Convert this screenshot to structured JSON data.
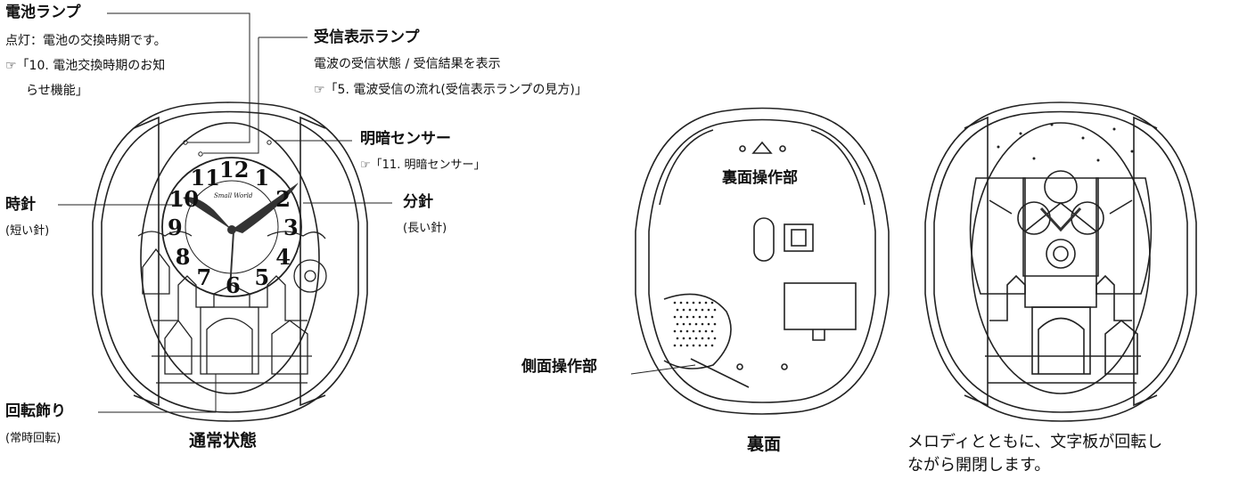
{
  "labels": {
    "battery_lamp": {
      "title": "電池ランプ",
      "desc": "点灯：電池の交換時期です。",
      "ref_line1": "☞「10. 電池交換時期のお知",
      "ref_line2": "らせ機能」"
    },
    "receive_lamp": {
      "title": "受信表示ランプ",
      "desc": "電波の受信状態 / 受信結果を表示",
      "ref": "☞「5. 電波受信の流れ(受信表示ランプの見方)」"
    },
    "light_sensor": {
      "title": "明暗センサー",
      "ref": "☞「11. 明暗センサー」"
    },
    "hour_hand": {
      "title": "時針",
      "sub": "(短い針)"
    },
    "minute_hand": {
      "title": "分針",
      "sub": "(長い針)"
    },
    "rotating_ornament": {
      "title": "回転飾り",
      "sub": "(常時回転)"
    },
    "back_controls": "裏面操作部",
    "side_controls": "側面操作部"
  },
  "captions": {
    "normal": "通常状態",
    "back": "裏面",
    "melody_line1": "メロディとともに、文字板が回転し",
    "melody_line2": "ながら開閉します。"
  },
  "dial": {
    "numerals": [
      "12",
      "1",
      "2",
      "3",
      "4",
      "5",
      "6",
      "7",
      "8",
      "9",
      "10",
      "11"
    ],
    "brand": "Small World"
  }
}
